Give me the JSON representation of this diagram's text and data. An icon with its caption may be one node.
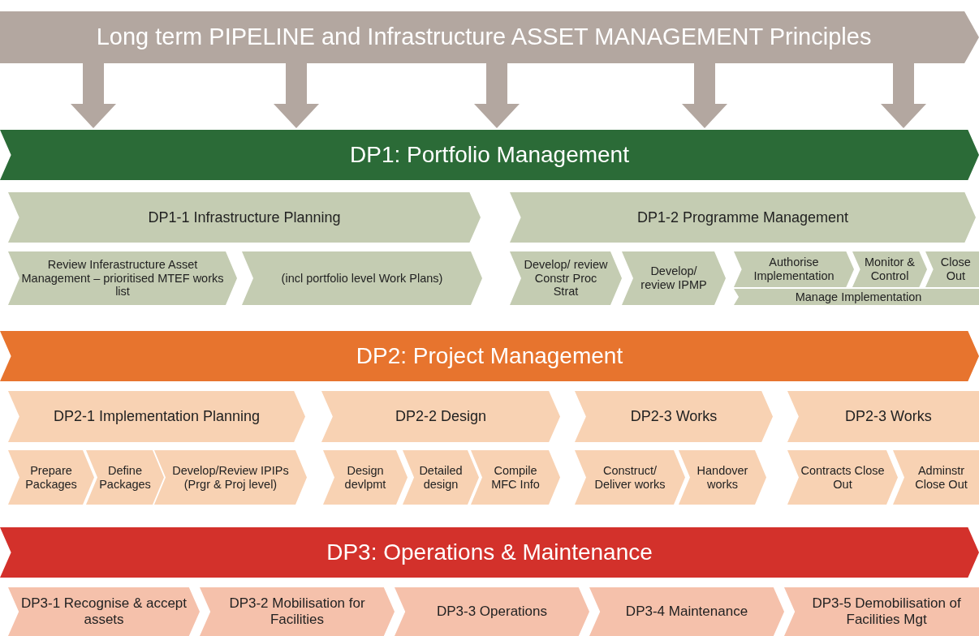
{
  "diagram": {
    "nodes": [
      {
        "text": [
          "Long term PIPELINE and Infrastructure ASSET MANAGEMENT Principles"
        ]
      },
      {
        "text": [
          "DP1: Portfolio Management"
        ]
      },
      {
        "text": [
          "DP1-1 Infrastructure Planning"
        ]
      },
      {
        "text": [
          "DP1-2 Programme Management"
        ]
      },
      {
        "text": [
          "Review Inferastructure Asset Management – prioritised MTEF works list"
        ]
      },
      {
        "text": [
          "(incl portfolio level Work Plans)"
        ]
      },
      {
        "text": [
          "Develop/ review Constr Proc Strat"
        ]
      },
      {
        "text": [
          "Develop/ review IPMP"
        ]
      },
      {
        "text": [
          "Authorise Implementation"
        ]
      },
      {
        "text": [
          "Monitor & Control"
        ]
      },
      {
        "text": [
          "Close Out"
        ]
      },
      {
        "text": [
          "Manage Implementation"
        ]
      },
      {
        "text": [
          "DP2: Project Management"
        ]
      },
      {
        "text": [
          "DP2-1 Implementation Planning"
        ]
      },
      {
        "text": [
          "DP2-2 Design"
        ]
      },
      {
        "text": [
          "DP2-3 Works"
        ]
      },
      {
        "text": [
          "DP2-3 Works"
        ]
      },
      {
        "text": [
          "Prepare Packages"
        ]
      },
      {
        "text": [
          "Define Packages"
        ]
      },
      {
        "text": [
          "Develop/Review IPIPs (Prgr & Proj level)"
        ]
      },
      {
        "text": [
          "Design devlpmt"
        ]
      },
      {
        "text": [
          "Detailed design"
        ]
      },
      {
        "text": [
          "Compile MFC Info"
        ]
      },
      {
        "text": [
          "Construct/ Deliver works"
        ]
      },
      {
        "text": [
          "Handover works"
        ]
      },
      {
        "text": [
          "Contracts Close Out"
        ]
      },
      {
        "text": [
          "Adminstr Close Out"
        ]
      },
      {
        "text": [
          "DP3: Operations & Maintenance"
        ]
      },
      {
        "text": [
          "DP3-1 Recognise & accept assets"
        ]
      },
      {
        "text": [
          "DP3-2 Mobilisation for Facilities"
        ]
      },
      {
        "text": [
          "DP3-3 Operations"
        ]
      },
      {
        "text": [
          "DP3-4 Maintenance"
        ]
      },
      {
        "text": [
          "DP3-5 Demobilisation of Facilities Mgt"
        ]
      }
    ],
    "edges": [
      {
        "from": 0,
        "to": 1,
        "arrow": "to"
      },
      {
        "from": 0,
        "to": 1,
        "arrow": "to"
      },
      {
        "from": 0,
        "to": 1,
        "arrow": "to"
      },
      {
        "from": 0,
        "to": 1,
        "arrow": "to"
      },
      {
        "from": 0,
        "to": 1,
        "arrow": "to"
      }
    ]
  }
}
